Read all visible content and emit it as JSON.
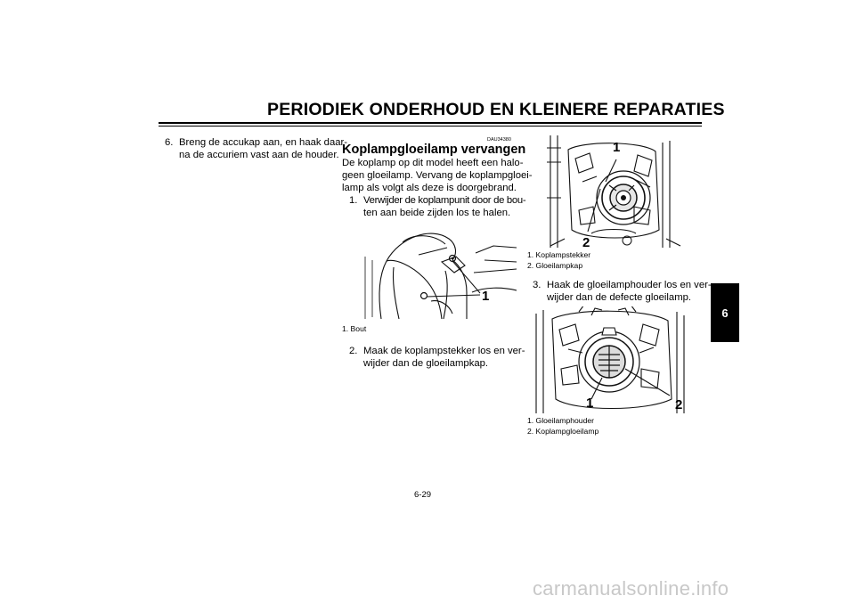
{
  "header": {
    "title": "PERIODIEK ONDERHOUD EN KLEINERE REPARATIES",
    "chapter_tab": "6"
  },
  "col1": {
    "step6_num": "6.",
    "step6_line1": "Breng de accukap aan, en haak daar-",
    "step6_line2": "na de accuriem vast aan de houder."
  },
  "col2": {
    "code": "DAU34380",
    "title": "Koplampgloeilamp vervangen",
    "intro_line1": "De koplamp op dit model heeft een halo-",
    "intro_line2": "geen gloeilamp. Vervang de koplampgloei-",
    "intro_line3": "lamp als volgt als deze is doorgebrand.",
    "step1_num": "1.",
    "step1_line1": "Verwijder de koplampunit door de bou-",
    "step1_line2": "ten aan beide zijden los te halen.",
    "fig1_callout": "1",
    "fig1_caption": "1.  Bout",
    "step2_num": "2.",
    "step2_line1": "Maak de koplampstekker los en ver-",
    "step2_line2": "wijder dan de gloeilampkap."
  },
  "col3": {
    "fig2_callout1": "1",
    "fig2_callout2": "2",
    "fig2_caption1": "1.  Koplampstekker",
    "fig2_caption2": "2.  Gloeilampkap",
    "step3_num": "3.",
    "step3_line1": "Haak de gloeilamphouder los en ver-",
    "step3_line2": "wijder dan de defecte gloeilamp.",
    "fig3_callout1": "1",
    "fig3_callout2": "2",
    "fig3_caption1": "1.  Gloeilamphouder",
    "fig3_caption2": "2.  Koplampgloeilamp"
  },
  "footer": {
    "page_number": "6-29",
    "watermark": "carmanualsonline.info"
  }
}
